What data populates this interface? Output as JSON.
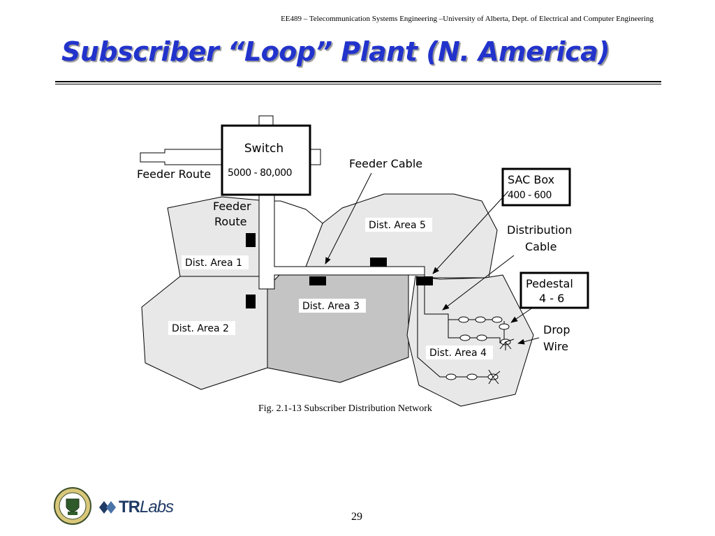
{
  "header": {
    "course_line": "EE489 – Telecommunication Systems Engineering –University of Alberta, Dept. of Electrical and Computer Engineering"
  },
  "title": "Subscriber “Loop” Plant (N. America)",
  "diagram": {
    "switch": {
      "label": "Switch",
      "range": "5000 - 80,000"
    },
    "feeder_route_label": "Feeder Route",
    "feeder_route_label_2_line1": "Feeder",
    "feeder_route_label_2_line2": "Route",
    "feeder_cable_label": "Feeder Cable",
    "sac_box": {
      "label": "SAC Box",
      "range": "400 - 600"
    },
    "distribution_cable_line1": "Distribution",
    "distribution_cable_line2": "Cable",
    "pedestal": {
      "label": "Pedestal",
      "range": "4 - 6"
    },
    "drop_wire_line1": "Drop",
    "drop_wire_line2": "Wire",
    "areas": {
      "a1": "Dist. Area 1",
      "a2": "Dist. Area 2",
      "a3": "Dist. Area 3",
      "a4": "Dist. Area 4",
      "a5": "Dist. Area 5"
    },
    "colors": {
      "area_light": "#e8e8e8",
      "area_dark": "#c4c4c4",
      "title_blue": "#2233cc"
    }
  },
  "caption": "Fig. 2.1-13  Subscriber Distribution Network",
  "footer": {
    "logo_tr": "TR",
    "logo_labs": "Labs",
    "page_number": "29",
    "seal_icon": "university-of-alberta-seal"
  }
}
